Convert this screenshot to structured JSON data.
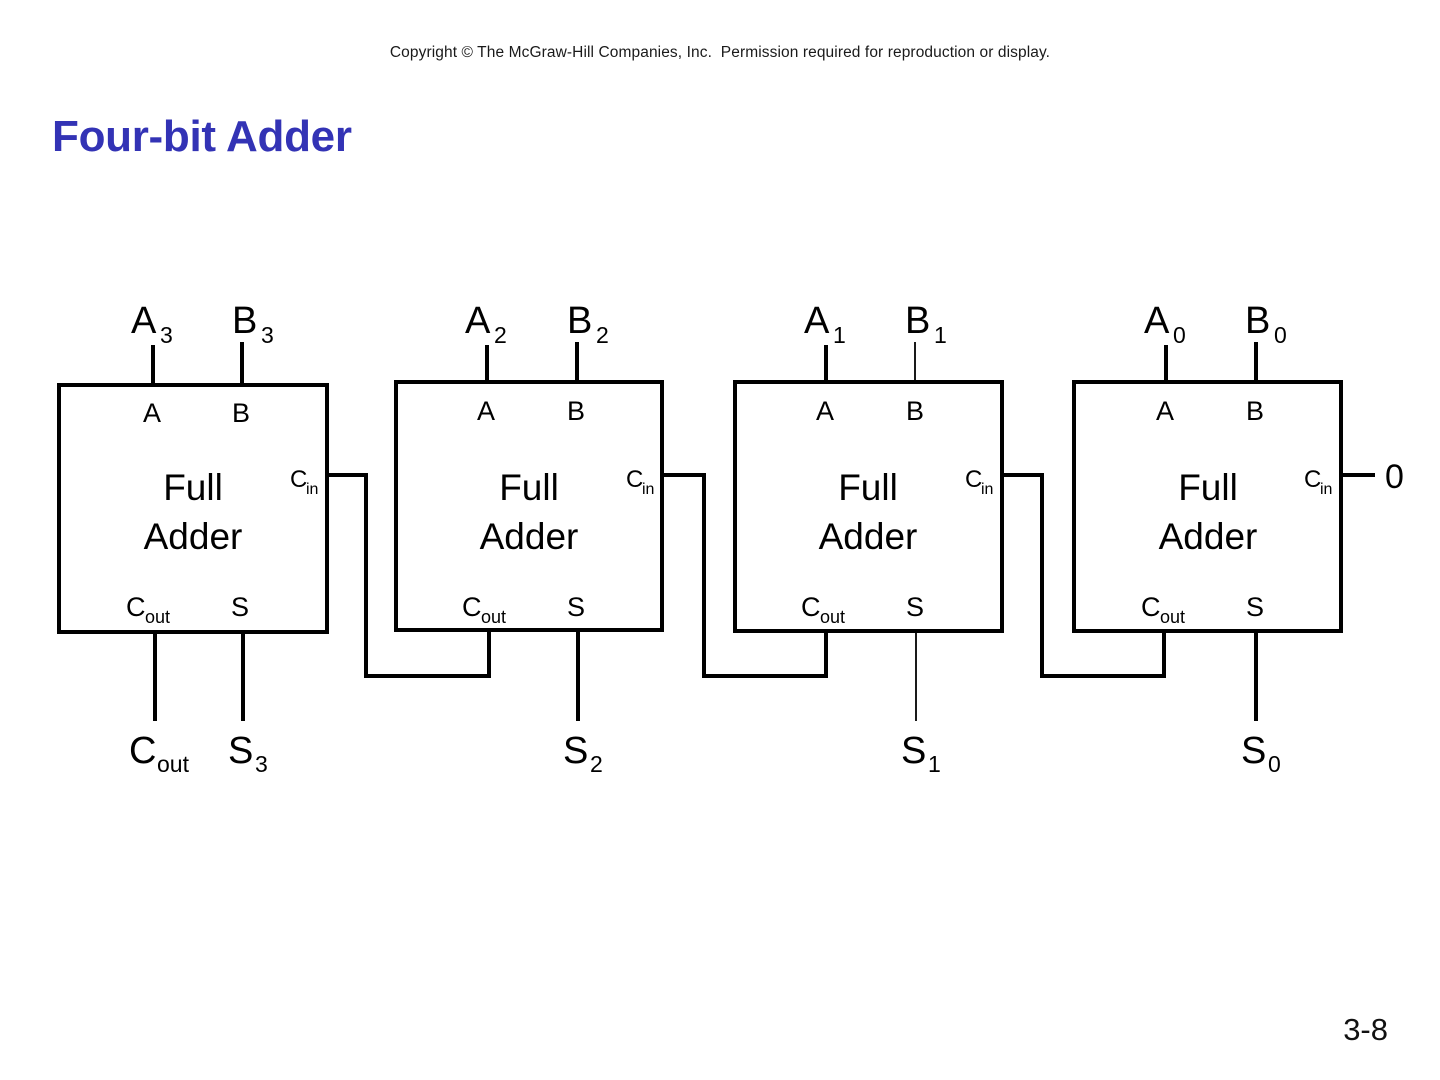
{
  "header": {
    "copyright": "Copyright © The McGraw-Hill Companies, Inc.  Permission required for reproduction or display."
  },
  "title": "Four-bit Adder",
  "page_number": "3-8",
  "colors": {
    "title": "#3333b5",
    "line": "#000000",
    "background": "#ffffff"
  },
  "diagram": {
    "block_name_line1": "Full",
    "block_name_line2": "Adder",
    "port_labels": {
      "a": "A",
      "b": "B",
      "s": "S",
      "cout": "C",
      "cout_sub": "out",
      "cin": "C",
      "cin_sub": "in"
    },
    "carry_in_constant": "0",
    "carry_out_label": "C",
    "carry_out_sublabel": "out",
    "stages": [
      {
        "index": 3,
        "a_input": "A",
        "a_subscript": "3",
        "b_input": "B",
        "b_subscript": "3",
        "sum_output": "S",
        "sum_subscript": "3"
      },
      {
        "index": 2,
        "a_input": "A",
        "a_subscript": "2",
        "b_input": "B",
        "b_subscript": "2",
        "sum_output": "S",
        "sum_subscript": "2"
      },
      {
        "index": 1,
        "a_input": "A",
        "a_subscript": "1",
        "b_input": "B",
        "b_subscript": "1",
        "sum_output": "S",
        "sum_subscript": "1"
      },
      {
        "index": 0,
        "a_input": "A",
        "a_subscript": "0",
        "b_input": "B",
        "b_subscript": "0",
        "sum_output": "S",
        "sum_subscript": "0"
      }
    ]
  }
}
